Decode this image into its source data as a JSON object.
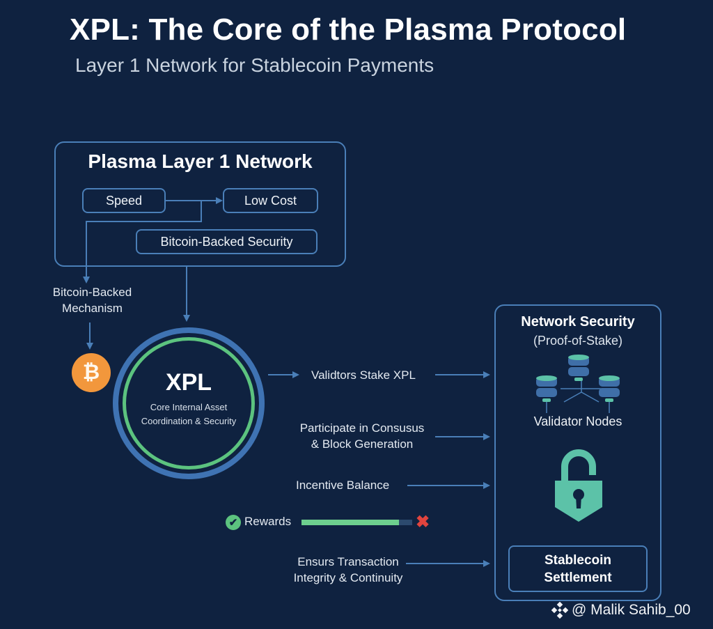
{
  "header": {
    "title": "XPL: The Core of the Plasma Protocol",
    "subtitle": "Layer 1 Network for Stablecoin Payments"
  },
  "plasma_network": {
    "title": "Plasma Layer 1 Network",
    "features": [
      {
        "label": "Speed"
      },
      {
        "label": "Low Cost"
      },
      {
        "label": "Bitcoin-Backed Security"
      }
    ]
  },
  "bitcoin": {
    "mechanism_label": [
      "Bitcoin-Backed",
      "Mechanism"
    ],
    "coin_symbol": "₿",
    "icon": "bitcoin-icon"
  },
  "xpl_core": {
    "label": "XPL",
    "description": [
      "Core Internal Asset",
      "Coordination & Security"
    ]
  },
  "flows": [
    {
      "lines": [
        "Validtors Stake XPL"
      ]
    },
    {
      "lines": [
        "Participate in Consusus",
        "& Block Generation"
      ]
    },
    {
      "lines": [
        "Incentive Balance"
      ]
    },
    {
      "lines": [
        "Ensurs Transaction",
        "Integrity & Continuity"
      ]
    }
  ],
  "rewards": {
    "label": "Rewards",
    "check_icon": "✔",
    "fail_icon": "✖",
    "progress_fraction": 0.88
  },
  "network_security": {
    "title": "Network Security",
    "subtitle": "(Proof-of-Stake)",
    "validator_label": "Validator Nodes",
    "settlement_lines": [
      "Stablecoin",
      "Settlement"
    ]
  },
  "watermark": {
    "text": "@ Malik Sahib_00",
    "icon": "binance-logo-icon"
  },
  "colors": {
    "background": "#0f2240",
    "border_blue": "#4a7fb8",
    "accent_green": "#5cc37f",
    "bitcoin_orange": "#f2973c",
    "lock_teal": "#5cc2a8",
    "server_blue": "#3f6fa8",
    "reject_red": "#e0443e"
  }
}
